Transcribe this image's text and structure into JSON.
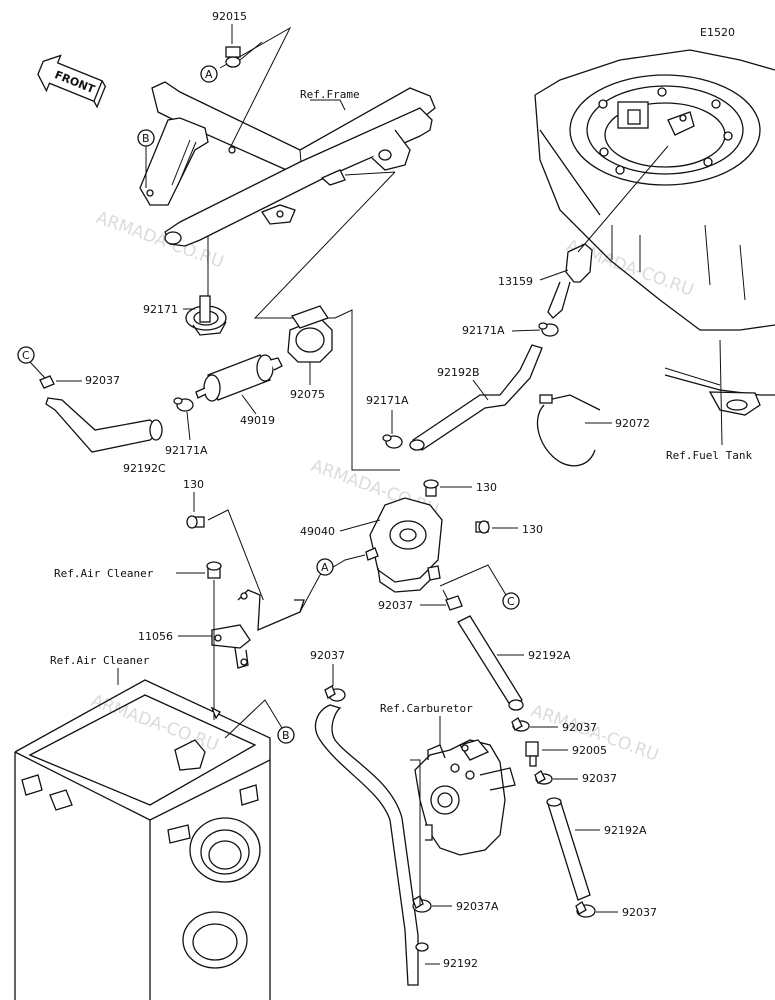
{
  "diagram_code": "E1520",
  "front_label": "FRONT",
  "refs": {
    "frame": "Ref.Frame",
    "fuel_tank": "Ref.Fuel Tank",
    "air_cleaner_1": "Ref.Air Cleaner",
    "air_cleaner_2": "Ref.Air Cleaner",
    "carburetor": "Ref.Carburetor"
  },
  "callouts": {
    "a1": "A",
    "a2": "A",
    "b1": "B",
    "b2": "B",
    "c1": "C",
    "c2": "C"
  },
  "parts": {
    "p92015": "92015",
    "p92171_top": "92171",
    "p92037_left": "92037",
    "p92192C": "92192C",
    "p92171A_left": "92171A",
    "p49019": "49019",
    "p92075": "92075",
    "p13159": "13159",
    "p92171A_right": "92171A",
    "p92192B": "92192B",
    "p92171A_mid": "92171A",
    "p92072": "92072",
    "p130_a": "130",
    "p130_b": "130",
    "p130_c": "130",
    "p49040": "49040",
    "p11056": "11056",
    "p92037_mid": "92037",
    "p92037_lower": "92037",
    "p92192A_1": "92192A",
    "p92037_r1": "92037",
    "p92005": "92005",
    "p92037_r2": "92037",
    "p92192A_2": "92192A",
    "p92037A": "92037A",
    "p92037_bottom": "92037",
    "p92192": "92192"
  },
  "watermark": "ARMADA-CO.RU"
}
